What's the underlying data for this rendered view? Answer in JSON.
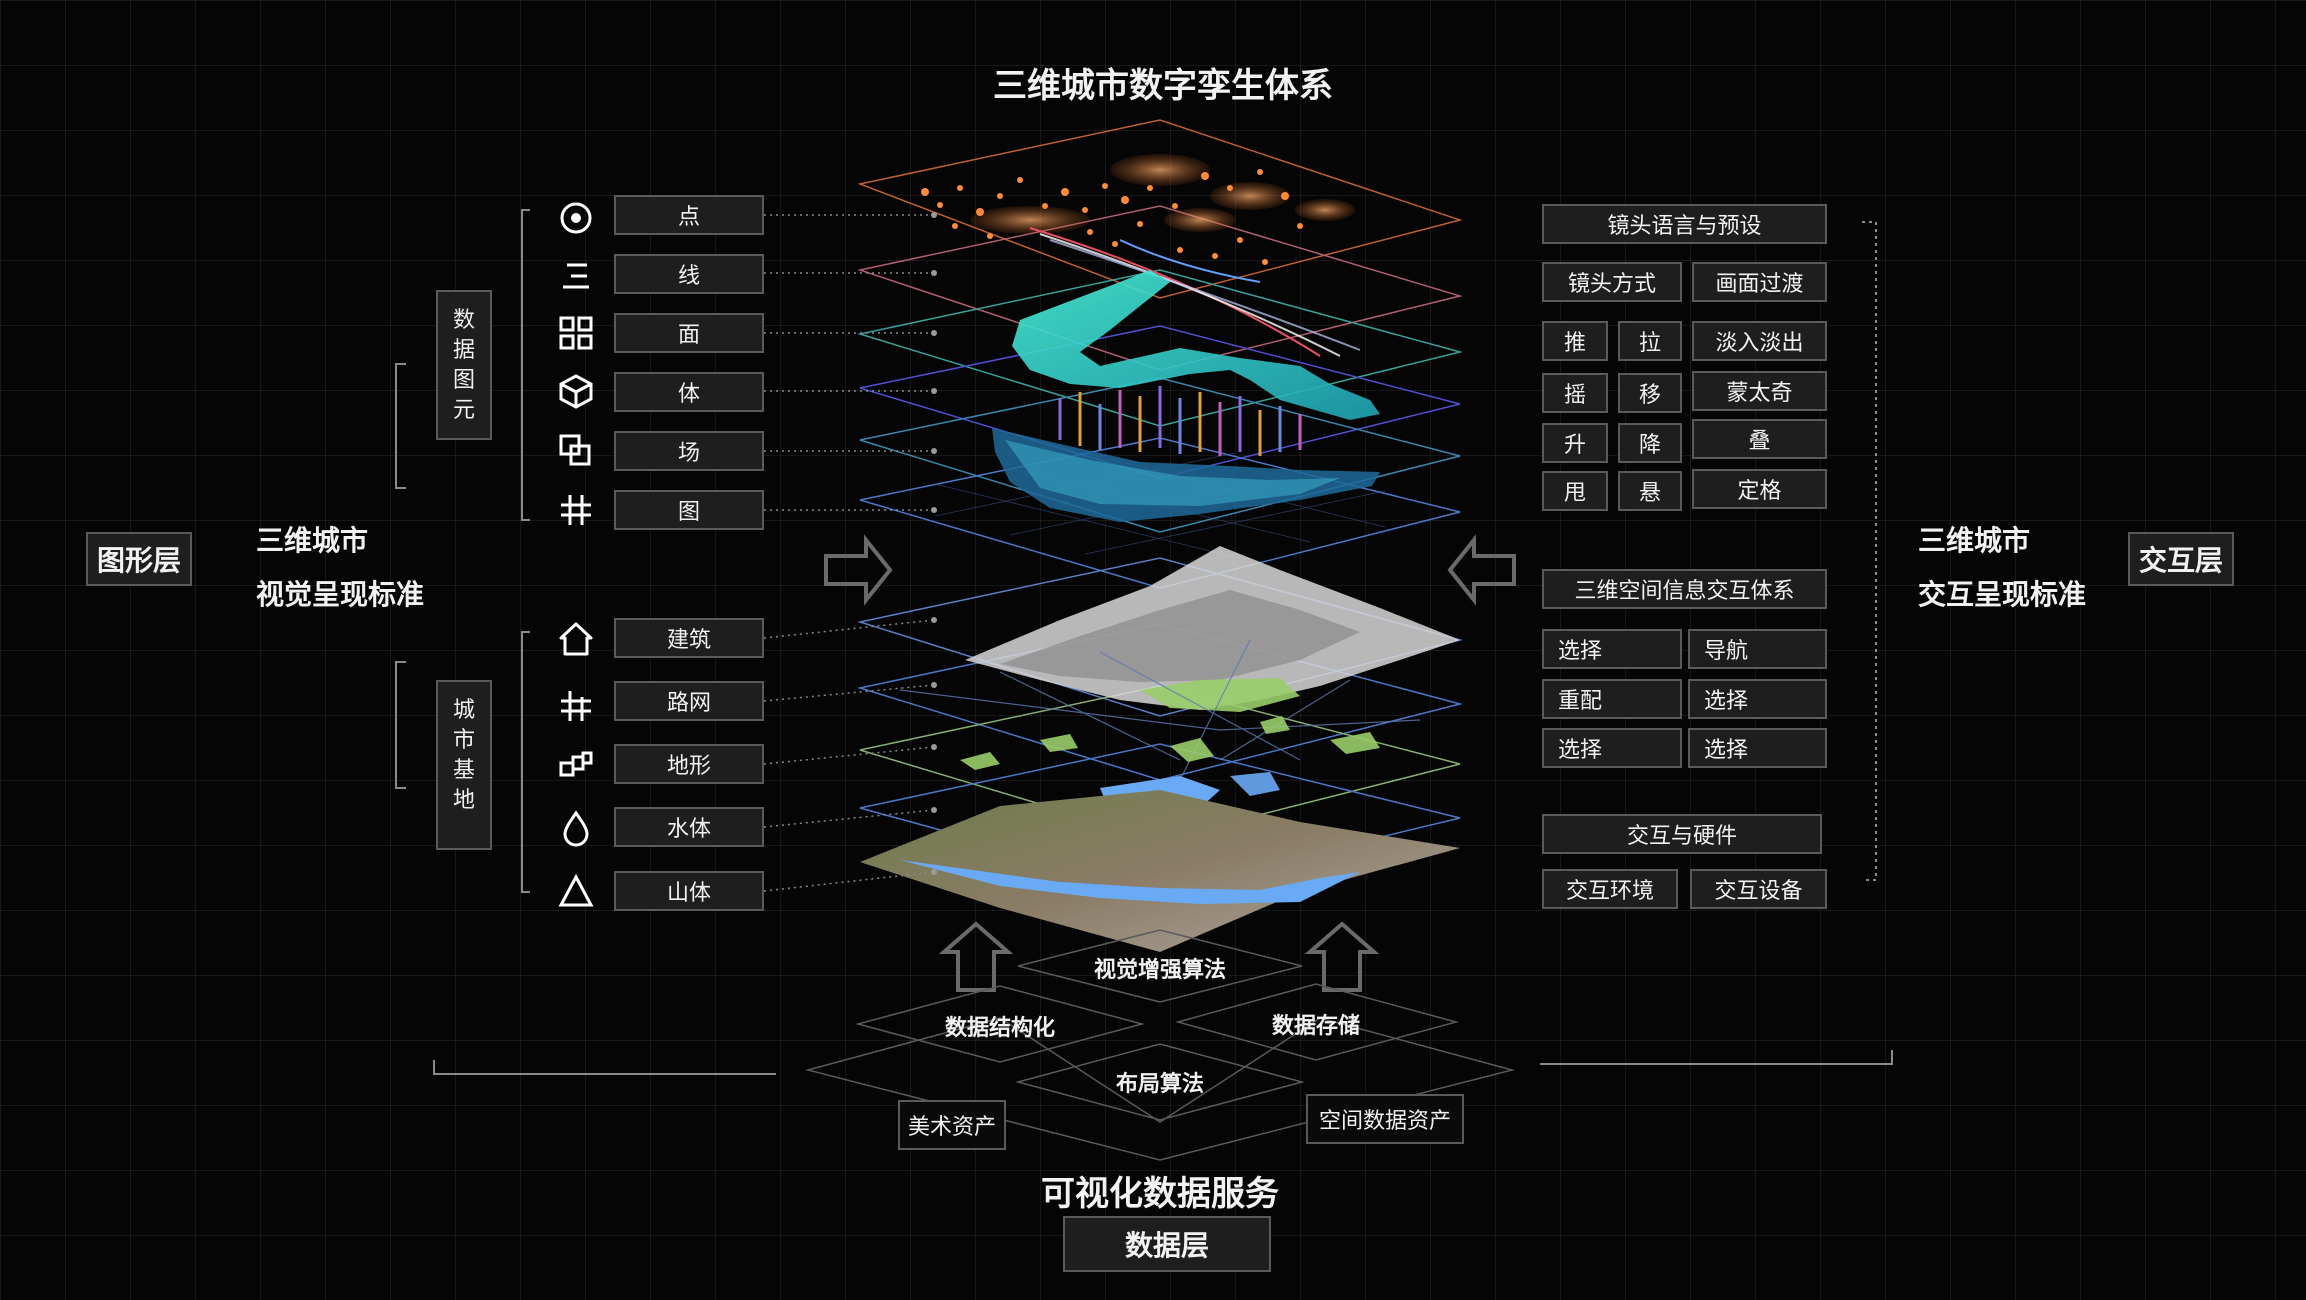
{
  "title": "三维城市数字孪生体系",
  "graphics_layer": "图形层",
  "interaction_layer": "交互层",
  "left_standard": [
    "三维城市",
    "视觉呈现标准"
  ],
  "right_standard": [
    "三维城市",
    "交互呈现标准"
  ],
  "data_elements_group": [
    "数",
    "据",
    "图",
    "元"
  ],
  "city_base_group": [
    "城",
    "市",
    "基",
    "地"
  ],
  "data_elements": [
    {
      "label": "点",
      "icon": "target-icon"
    },
    {
      "label": "线",
      "icon": "lines-icon"
    },
    {
      "label": "面",
      "icon": "grid-icon"
    },
    {
      "label": "体",
      "icon": "cube-icon"
    },
    {
      "label": "场",
      "icon": "overlap-squares-icon"
    },
    {
      "label": "图",
      "icon": "hash-icon"
    }
  ],
  "city_base": [
    {
      "label": "建筑",
      "icon": "house-icon"
    },
    {
      "label": "路网",
      "icon": "road-network-icon"
    },
    {
      "label": "地形",
      "icon": "terrain-blocks-icon"
    },
    {
      "label": "水体",
      "icon": "water-drop-icon"
    },
    {
      "label": "山体",
      "icon": "mountain-icon"
    }
  ],
  "camera": {
    "header": "镜头语言与预设",
    "mode": "镜头方式",
    "transition": "画面过渡",
    "moves": [
      [
        "推",
        "拉"
      ],
      [
        "摇",
        "移"
      ],
      [
        "升",
        "降"
      ],
      [
        "甩",
        "悬"
      ]
    ],
    "effects": [
      "淡入淡出",
      "蒙太奇",
      "叠",
      "定格"
    ]
  },
  "spatial": {
    "header": "三维空间信息交互体系",
    "rows": [
      [
        "选择",
        "导航"
      ],
      [
        "重配",
        "选择"
      ],
      [
        "选择",
        "选择"
      ]
    ]
  },
  "hardware": {
    "header": "交互与硬件",
    "items": [
      "交互环境",
      "交互设备"
    ]
  },
  "data_base": {
    "algorithms": [
      "视觉增强算法",
      "数据结构化",
      "数据存储",
      "布局算法"
    ],
    "assets": [
      "美术资产",
      "空间数据资产"
    ],
    "service": "可视化数据服务",
    "layer": "数据层"
  },
  "colors": {
    "background": "#050505",
    "box_fill": "#1e1e1e",
    "box_border": "#5a5a5a",
    "cyan": "#3fe0d0",
    "orange": "#ff8c3a",
    "water": "#6aaaf5"
  }
}
